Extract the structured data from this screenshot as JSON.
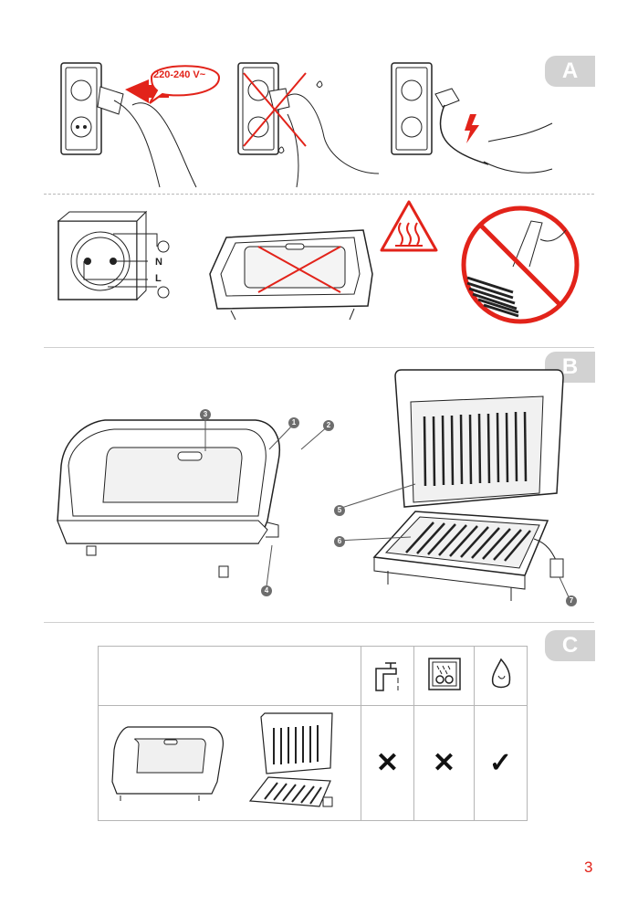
{
  "sections": {
    "a": "A",
    "b": "B",
    "c": "C"
  },
  "voltage": "220-240 V~",
  "terminals": {
    "neutral": "N",
    "live": "L"
  },
  "parts": [
    "1",
    "2",
    "3",
    "4",
    "5",
    "6",
    "7"
  ],
  "cleaning_table": {
    "icons": [
      "water-tap-icon",
      "dishwasher-icon",
      "damp-sponge-icon"
    ],
    "marks": [
      "✕",
      "✕",
      "✓"
    ]
  },
  "page_number": "3",
  "colors": {
    "accent": "#e2231a",
    "tab": "#d2d2d2",
    "line": "#222222"
  }
}
